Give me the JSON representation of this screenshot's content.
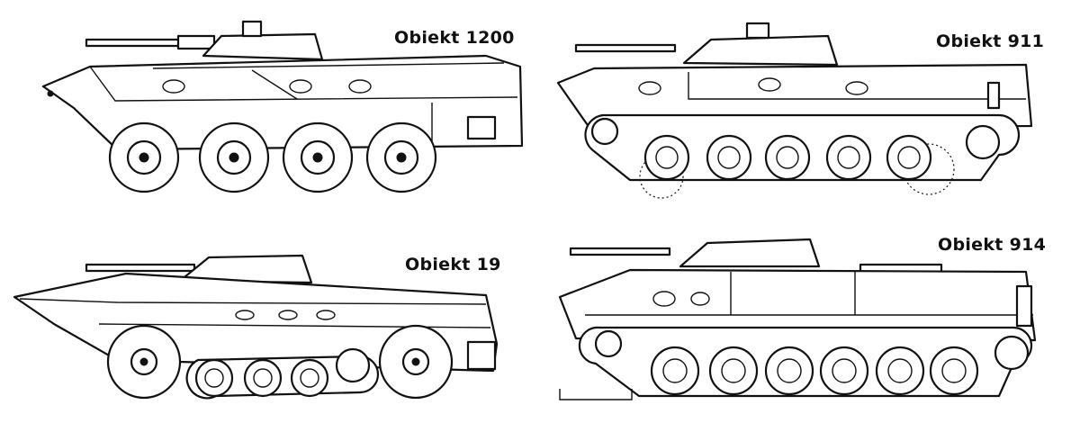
{
  "vehicles": [
    {
      "name": "Obiekt 1200"
    },
    {
      "name": "Obiekt 911"
    },
    {
      "name": "Obiekt 19"
    },
    {
      "name": "Obiekt 914"
    }
  ]
}
